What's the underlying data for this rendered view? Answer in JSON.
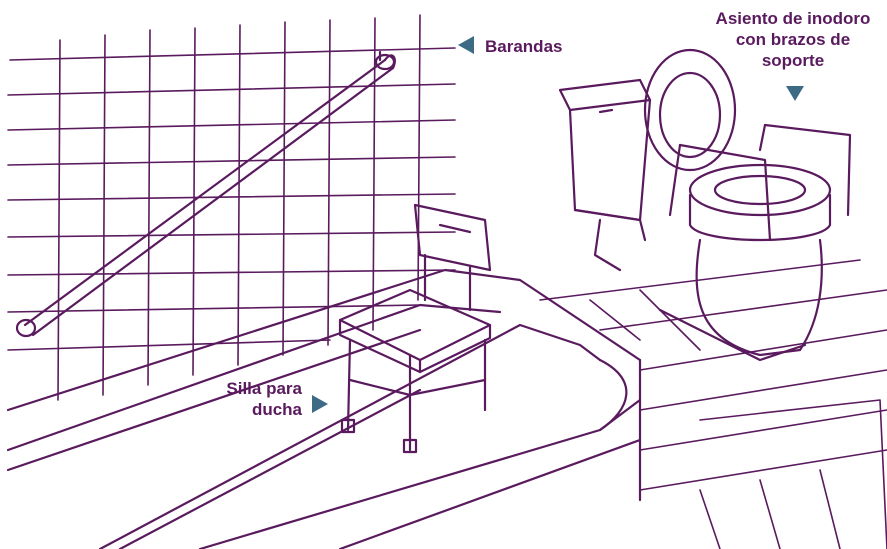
{
  "labels": {
    "grab_bars": "Barandas",
    "toilet_seat_line1": "Asiento de inodoro",
    "toilet_seat_line2": "con brazos de",
    "toilet_seat_line3": "soporte",
    "shower_chair_line1": "Silla para",
    "shower_chair_line2": "ducha"
  },
  "colors": {
    "line_art": "#5a1a5e",
    "label_text": "#5a1a5e",
    "pointer": "#3d6b86",
    "background": "#ffffff"
  }
}
